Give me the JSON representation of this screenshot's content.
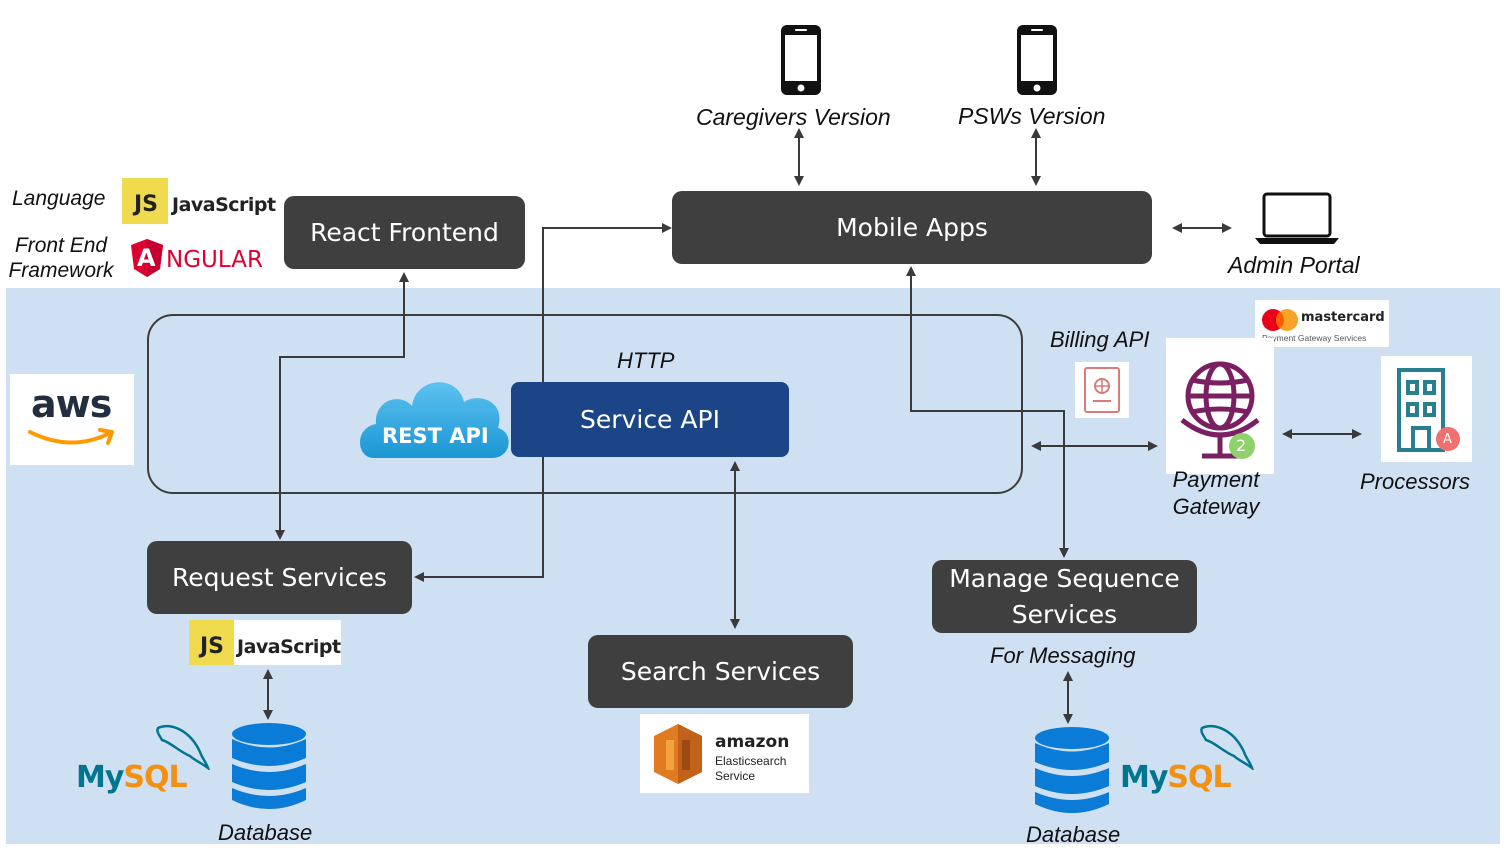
{
  "labels": {
    "language": "Language",
    "front_end_line1": "Front End",
    "front_end_line2": "Framework",
    "caregivers_version": "Caregivers Version",
    "psws_version": "PSWs Version",
    "admin_portal": "Admin Portal",
    "http": "HTTP",
    "billing_api": "Billing API",
    "payment_gateway_line1": "Payment",
    "payment_gateway_line2": "Gateway",
    "processors": "Processors",
    "for_messaging": "For Messaging",
    "database_left": "Database",
    "database_right": "Database"
  },
  "boxes": {
    "react_frontend": "React Frontend",
    "mobile_apps": "Mobile Apps",
    "service_api": "Service API",
    "request_services": "Request Services",
    "search_services": "Search Services",
    "manage_sequence_line1": "Manage Sequence",
    "manage_sequence_line2": "Services"
  },
  "logos": {
    "js_badge": "JS",
    "javascript_text": "JavaScript",
    "angular_letter": "A",
    "angular_text": "NGULAR",
    "aws_text": "aws",
    "rest_api": "REST API",
    "mastercard": "mastercard",
    "mastercard_sub": "Payment Gateway Services",
    "amazon": "amazon",
    "elasticsearch_line1": "Elasticsearch",
    "elasticsearch_line2": "Service",
    "mysql": "MySQL",
    "gateway_badge": "2",
    "processor_badge": "A"
  },
  "colors": {
    "aws_region": "#cfe0f2",
    "box_dark": "#3f3f3f",
    "service_api": "#1c4587",
    "js_yellow": "#f0db4f",
    "angular_red": "#dd0031",
    "mysql_blue": "#00758f",
    "mysql_orange": "#f29111",
    "db_blue": "#0a7bd6",
    "gateway_purple": "#7b1f63"
  }
}
